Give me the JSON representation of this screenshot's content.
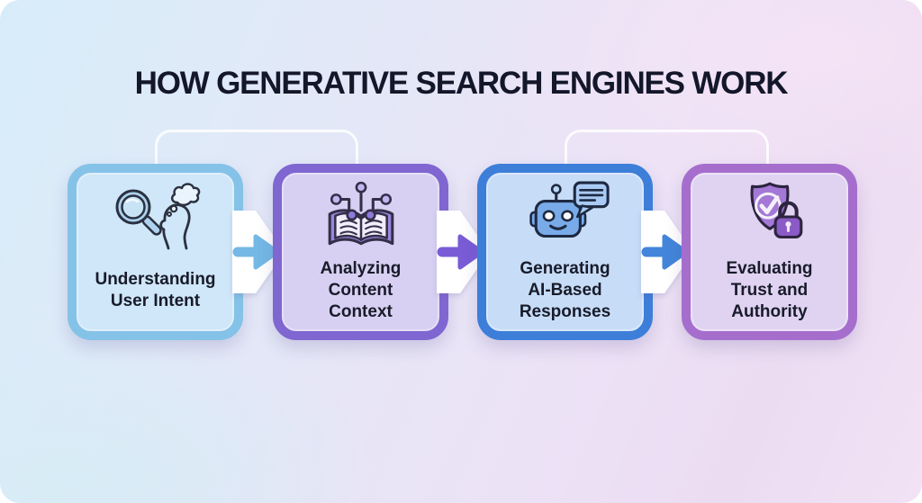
{
  "title": "HOW GENERATIVE SEARCH ENGINES WORK",
  "colors": {
    "bg_left": "#d7ecf9",
    "bg_mid": "#e7e5f6",
    "bg_right": "#f2e2f5",
    "bracket": "#ffffff",
    "title_text": "#14172a",
    "label_text": "#181b2a"
  },
  "steps": [
    {
      "label": "Understanding\nUser Intent",
      "icon": "magnifier-thinking-head-icon",
      "border_color": "#85c2e8",
      "fill_color": "#cfe7f8"
    },
    {
      "label": "Analyzing\nContent\nContext",
      "icon": "book-knowledge-graph-icon",
      "border_color": "#7f66d0",
      "fill_color": "#d8d0f2"
    },
    {
      "label": "Generating\nAI-Based\nResponses",
      "icon": "robot-chat-icon",
      "border_color": "#3d7ed9",
      "fill_color": "#c7dcf7"
    },
    {
      "label": "Evaluating\nTrust and\nAuthority",
      "icon": "shield-check-lock-icon",
      "border_color": "#a56ecd",
      "fill_color": "#e0d3f2"
    }
  ],
  "arrows": [
    {
      "color": "#74b8e5"
    },
    {
      "color": "#7a5cd6"
    },
    {
      "color": "#4285da"
    }
  ]
}
